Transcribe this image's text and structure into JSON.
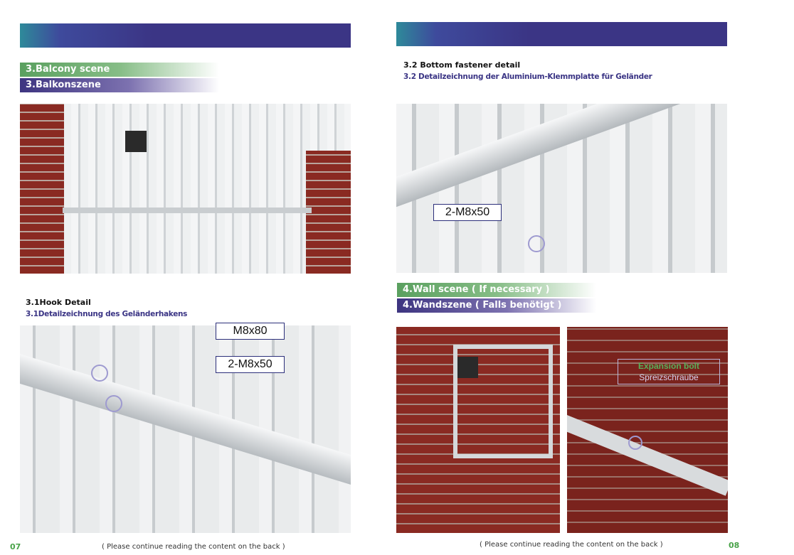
{
  "left_page": {
    "section_en": "3.Balcony scene",
    "section_de": "3.Balkonszene",
    "detail_en": "3.1Hook Detail",
    "detail_de": "3.1Detailzeichnung des Geländerhakens",
    "callouts": [
      "M8x80",
      "2-M8x50"
    ],
    "footer_note": "( Please continue reading the content on the back )",
    "page_number": "07"
  },
  "right_page": {
    "detail_en": "3.2 Bottom fastener detail",
    "detail_de": "3.2 Detailzeichnung der Aluminium-Klemmplatte für Geländer",
    "callout": "2-M8x50",
    "section_en": "4.Wall scene ( If necessary )",
    "section_de": "4.Wandszene ( Falls benötigt )",
    "expansion_en": "Expansion bolt",
    "expansion_de": "Spreizschraube",
    "footer_note": "( Please continue reading the content on the back )",
    "page_number": "08"
  },
  "colors": {
    "purple": "#3b3585",
    "green": "#5aa05f",
    "brick": "#8a2a22"
  }
}
